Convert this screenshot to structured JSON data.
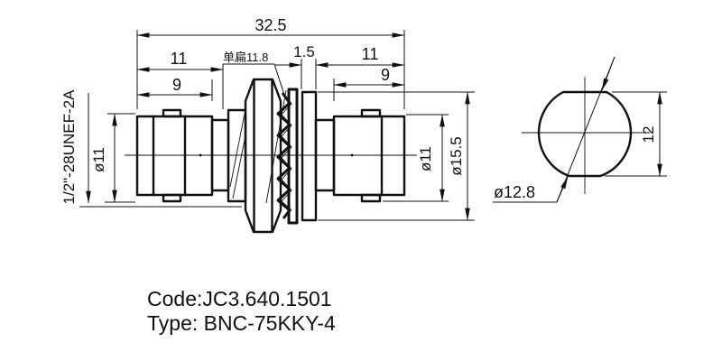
{
  "drawing": {
    "dims": {
      "overall": "32.5",
      "left_section": "11",
      "left_inner": "9",
      "flat_note": "单扁11.8",
      "washer_gap": "1.5",
      "right_section": "11",
      "right_inner": "9",
      "left_dia": "ø11",
      "right_dia": "ø11",
      "flange_dia": "ø15.5",
      "thread_spec": "1/2\"-28UNEF-2A",
      "cutout_height": "12",
      "cutout_dia": "ø12.8"
    },
    "notes": {
      "code_line": "Code:JC3.640.1501",
      "type_line": "Type: BNC-75KKY-4"
    },
    "colors": {
      "line": "#111111",
      "background": "#ffffff"
    }
  }
}
